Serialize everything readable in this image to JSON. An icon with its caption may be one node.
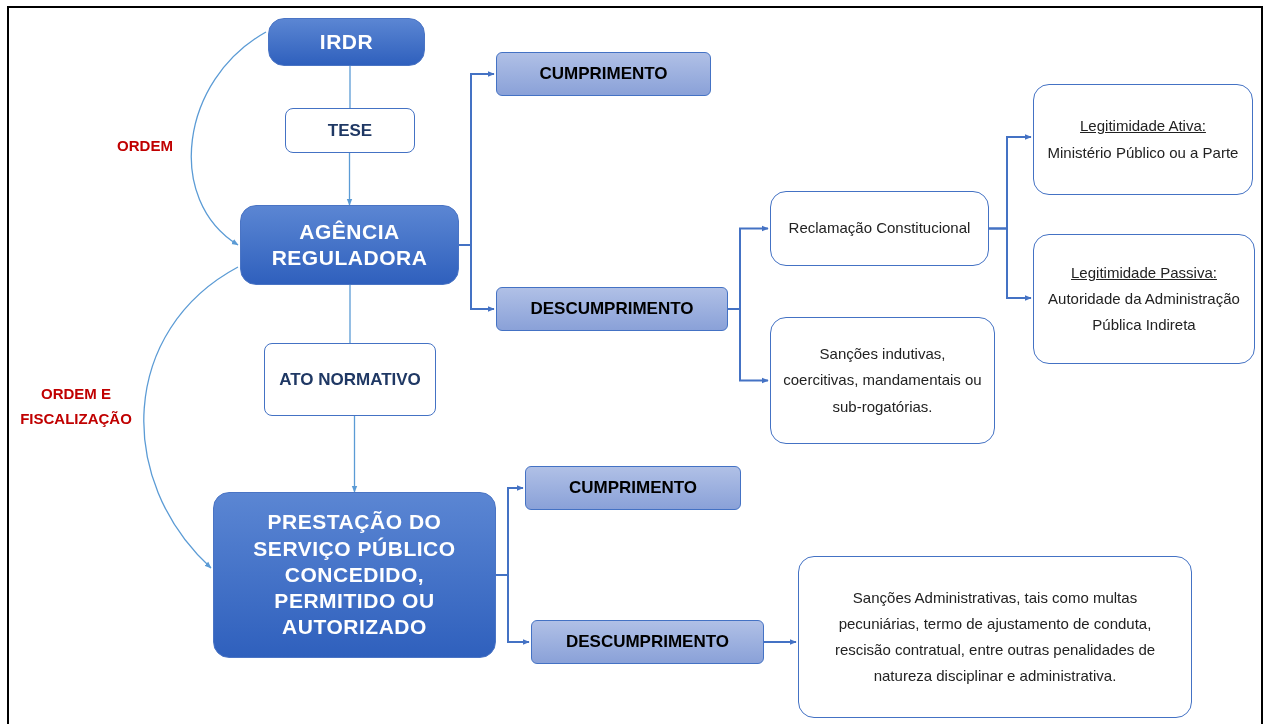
{
  "diagram": {
    "nodes": [
      {
        "text": [
          "IRDR"
        ]
      },
      {
        "text": [
          "TESE"
        ]
      },
      {
        "text": [
          "AGÊNCIA REGULADORA"
        ]
      },
      {
        "text": [
          "CUMPRIMENTO"
        ]
      },
      {
        "text": [
          "DESCUMPRIMENTO"
        ]
      },
      {
        "text": [
          "Reclamação Constitucional"
        ]
      },
      {
        "text": [
          "Sanções indutivas, coercitivas, mandamentais ou sub-rogatórias."
        ]
      },
      {
        "text": [
          "Legitimidade Ativa:",
          "Ministério Público ou a Parte"
        ]
      },
      {
        "text": [
          "Legitimidade Passiva:",
          "Autoridade da Administração Pública Indireta"
        ]
      },
      {
        "text": [
          "ATO NORMATIVO"
        ]
      },
      {
        "text": [
          "PRESTAÇÃO DO SERVIÇO PÚBLICO CONCEDIDO, PERMITIDO OU AUTORIZADO"
        ]
      },
      {
        "text": [
          "CUMPRIMENTO"
        ]
      },
      {
        "text": [
          "DESCUMPRIMENTO"
        ]
      },
      {
        "text": [
          "Sanções Administrativas, tais como multas pecuniárias, termo de ajustamento de conduta, rescisão contratual, entre outras penalidades de natureza disciplinar e administrativa."
        ]
      }
    ],
    "edges": [
      {
        "from": 0,
        "to": 1,
        "arrow": "none",
        "color": "#5b9bd5"
      },
      {
        "from": 1,
        "to": 2,
        "arrow": "to",
        "color": "#5b9bd5"
      },
      {
        "from": 0,
        "to": 2,
        "arrow": "to",
        "label": "ORDEM",
        "color": "#5b9bd5"
      },
      {
        "from": 2,
        "to": 3,
        "arrow": "to"
      },
      {
        "from": 2,
        "to": 4,
        "arrow": "to"
      },
      {
        "from": 4,
        "to": 5,
        "arrow": "to"
      },
      {
        "from": 4,
        "to": 6,
        "arrow": "to"
      },
      {
        "from": 5,
        "to": 7,
        "arrow": "to"
      },
      {
        "from": 5,
        "to": 8,
        "arrow": "to"
      },
      {
        "from": 2,
        "to": 9,
        "arrow": "none",
        "color": "#5b9bd5"
      },
      {
        "from": 9,
        "to": 10,
        "arrow": "to",
        "color": "#5b9bd5"
      },
      {
        "from": 2,
        "to": 10,
        "arrow": "to",
        "label": "ORDEM E FISCALIZAÇÃO",
        "color": "#5b9bd5"
      },
      {
        "from": 10,
        "to": 11,
        "arrow": "to"
      },
      {
        "from": 10,
        "to": 12,
        "arrow": "to"
      },
      {
        "from": 12,
        "to": 13,
        "arrow": "to"
      }
    ]
  }
}
